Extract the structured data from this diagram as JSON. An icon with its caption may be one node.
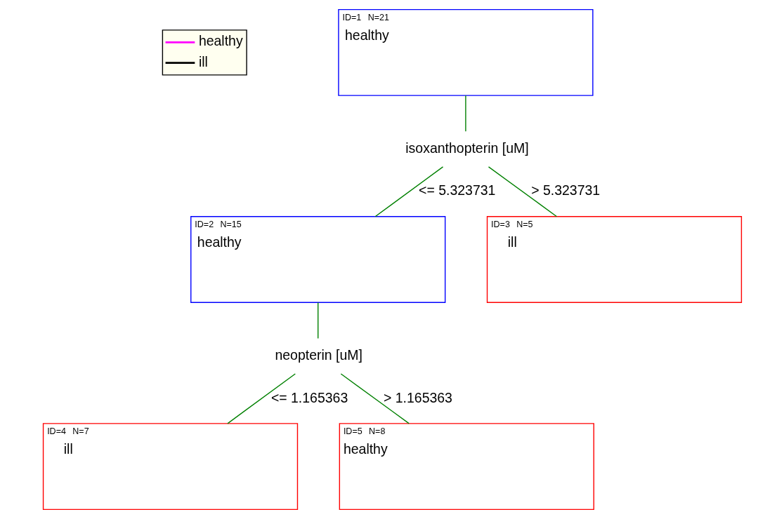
{
  "diagram": {
    "nodes": [
      {
        "text": [
          "ID=1",
          "N=21",
          "healthy"
        ]
      },
      {
        "text": [
          "isoxanthopterin [uM]"
        ]
      },
      {
        "text": [
          "ID=2",
          "N=15",
          "healthy"
        ]
      },
      {
        "text": [
          "ID=3",
          "N=5",
          "ill"
        ]
      },
      {
        "text": [
          "neopterin [uM]"
        ]
      },
      {
        "text": [
          "ID=4",
          "N=7",
          "ill"
        ]
      },
      {
        "text": [
          "ID=5",
          "N=8",
          "healthy"
        ]
      }
    ],
    "edges": [
      {
        "from": 0,
        "to": 1,
        "arrow": "none"
      },
      {
        "from": 1,
        "to": 2,
        "arrow": "none",
        "label": "<= 5.323731"
      },
      {
        "from": 1,
        "to": 3,
        "arrow": "none",
        "label": "> 5.323731"
      },
      {
        "from": 2,
        "to": 4,
        "arrow": "none"
      },
      {
        "from": 4,
        "to": 5,
        "arrow": "none",
        "label": "<= 1.165363"
      },
      {
        "from": 4,
        "to": 6,
        "arrow": "none",
        "label": "> 1.165363"
      }
    ],
    "legend": [
      {
        "text": "healthy"
      },
      {
        "text": "ill"
      }
    ]
  }
}
